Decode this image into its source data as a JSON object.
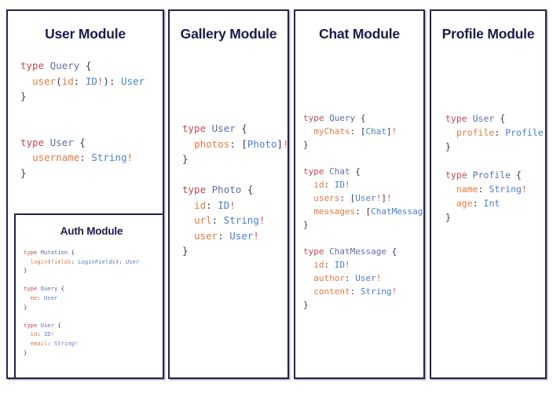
{
  "board": {
    "background": "#ffffff",
    "border_color": "#232350",
    "title_color": "#1b1b4d"
  },
  "syntax_colors": {
    "keyword": "#bd4b55",
    "declaration_name": "#5d6fa8",
    "field": "#e07a40",
    "type": "#4a7ed0",
    "non_null_bang": "#e05a42",
    "punctuation": "#3a3a52"
  },
  "modules": [
    {
      "id": "user",
      "title": "User Module",
      "code_lines": [
        "type Query {",
        "  user(id: ID!): User",
        "}",
        "",
        "",
        "type User {",
        "  username: String!",
        "}"
      ],
      "nested": {
        "id": "auth",
        "title": "Auth Module",
        "code_lines": [
          "type Mutation {",
          "  login(fields: LoginFields): User",
          "}",
          "",
          "type Query {",
          "  me: User",
          "}",
          "",
          "type User {",
          "  id: ID!",
          "  email: String!",
          "}"
        ]
      }
    },
    {
      "id": "gallery",
      "title": "Gallery Module",
      "code_lines": [
        "type User {",
        "  photos: [Photo]!",
        "}",
        "",
        "type Photo {",
        "  id: ID!",
        "  url: String!",
        "  user: User!",
        "}"
      ]
    },
    {
      "id": "chat",
      "title": "Chat Module",
      "code_lines": [
        "type Query {",
        "  myChats: [Chat]!",
        "}",
        "",
        "type Chat {",
        "  id: ID!",
        "  users: [User!]!",
        "  messages: [ChatMessage]!",
        "}",
        "",
        "type ChatMessage {",
        "  id: ID!",
        "  author: User!",
        "  content: String!",
        "}"
      ]
    },
    {
      "id": "profile",
      "title": "Profile Module",
      "code_lines": [
        "type User {",
        "  profile: Profile!",
        "}",
        "",
        "type Profile {",
        "  name: String!",
        "  age: Int",
        "}"
      ]
    }
  ]
}
